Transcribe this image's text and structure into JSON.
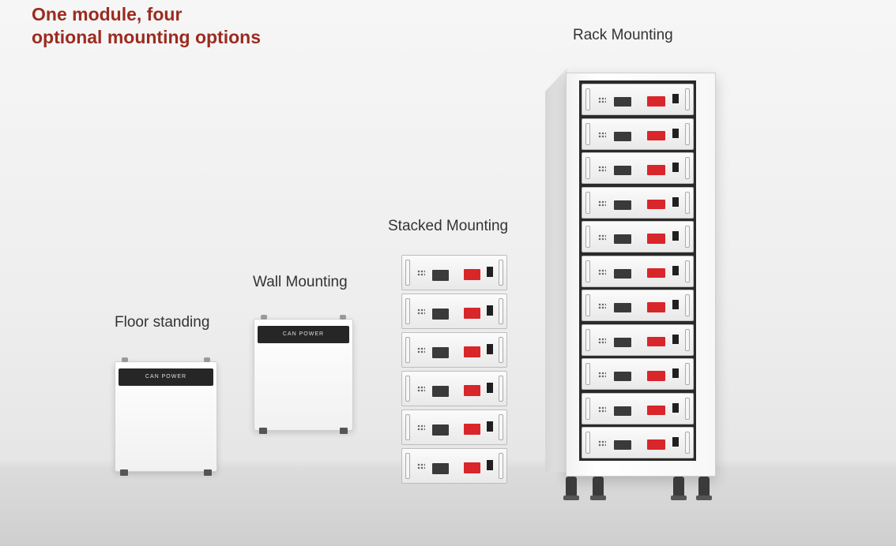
{
  "headline": {
    "line1": "One module, four",
    "line2": "optional mounting options",
    "color": "#9c2b20"
  },
  "labels": {
    "floor": "Floor standing",
    "wall": "Wall Mounting",
    "stacked": "Stacked Mounting",
    "rack": "Rack Mounting"
  },
  "brand_text": "CAN POWER",
  "colors": {
    "accent_red": "#d8262a",
    "panel_dark": "#262626"
  }
}
